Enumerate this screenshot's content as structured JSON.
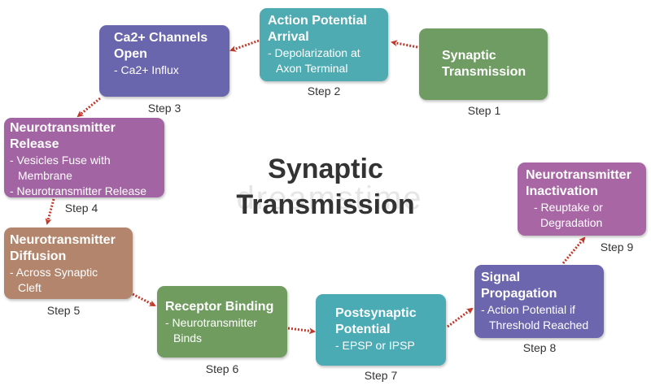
{
  "title": {
    "line1": "Synaptic",
    "line2": "Transmission"
  },
  "watermark": "dreamstime",
  "colors": {
    "step1": "#6f9c62",
    "step2": "#4eabb2",
    "step3": "#6a66ad",
    "step4": "#a364a3",
    "step5": "#b3856c",
    "step6": "#709c60",
    "step7": "#4aabb5",
    "step8": "#6b66ae",
    "step9": "#a867a4",
    "arrow": "#c0392b"
  },
  "steps": [
    {
      "label": "Step 1",
      "title": "Synaptic Transmission",
      "desc": []
    },
    {
      "label": "Step 2",
      "title": "Action Potential Arrival",
      "desc": [
        "- Depolarization at",
        "Axon Terminal"
      ]
    },
    {
      "label": "Step 3",
      "title": "Ca2+ Channels Open",
      "desc": [
        "- Ca2+ Influx"
      ]
    },
    {
      "label": "Step 4",
      "title": "Neurotransmitter Release",
      "desc": [
        "- Vesicles Fuse with",
        "Membrane",
        "- Neurotransmitter Release"
      ]
    },
    {
      "label": "Step 5",
      "title": "Neurotransmitter Diffusion",
      "desc": [
        "- Across Synaptic",
        "Cleft"
      ]
    },
    {
      "label": "Step 6",
      "title": "Receptor Binding",
      "desc": [
        "- Neurotransmitter",
        "Binds"
      ]
    },
    {
      "label": "Step 7",
      "title": "Postsynaptic Potential",
      "desc": [
        "- EPSP or IPSP"
      ]
    },
    {
      "label": "Step 8",
      "title": "Signal Propagation",
      "desc": [
        "- Action Potential if",
        "Threshold Reached"
      ]
    },
    {
      "label": "Step 9",
      "title": "Neurotransmitter Inactivation",
      "desc": [
        "- Reuptake or",
        "Degradation"
      ]
    }
  ]
}
